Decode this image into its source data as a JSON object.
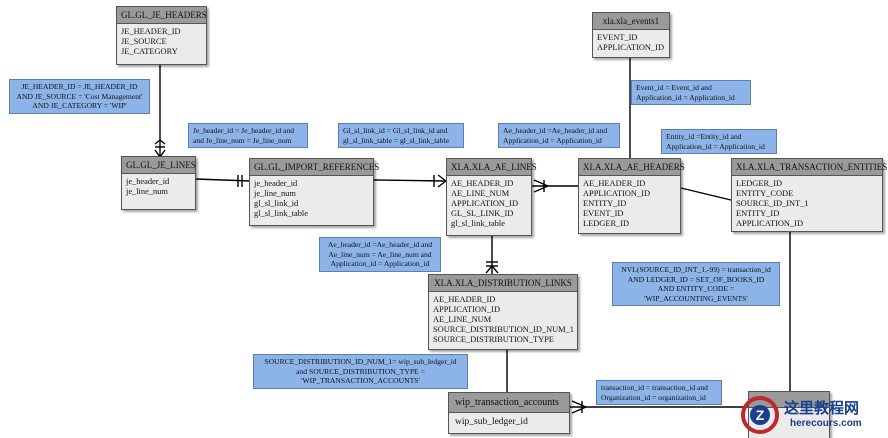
{
  "entities": {
    "je_headers": {
      "title": "GL.GL_JE_HEADERS",
      "fields": [
        "JE_HEADER_ID",
        "JE_SOURCE",
        "JE_CATEGORY"
      ]
    },
    "je_lines": {
      "title": "GL.GL_JE_LINES",
      "fields": [
        "je_header_id",
        "je_line_num"
      ]
    },
    "import_refs": {
      "title": "GL.GL_IMPORT_REFERENCES",
      "fields": [
        "je_header_id",
        "je_line_num",
        "gl_sl_link_id",
        "gl_sl_link_table"
      ]
    },
    "ae_lines": {
      "title": "XLA.XLA_AE_LINES",
      "fields": [
        "AE_HEADER_ID",
        "AE_LINE_NUM",
        "APPLICATION_ID",
        "GL_SL_LINK_ID",
        "gl_sl_link_table"
      ]
    },
    "ae_headers": {
      "title": "XLA.XLA_AE_HEADERS",
      "fields": [
        "AE_HEADER_ID",
        "APPLICATION_ID",
        "ENTITY_ID",
        "EVENT_ID",
        "LEDGER_ID"
      ]
    },
    "events": {
      "title": "xla.xla_events1",
      "fields": [
        "EVENT_ID",
        "APPLICATION_ID"
      ]
    },
    "trx_entities": {
      "title": "XLA.XLA_TRANSACTION_ENTITIES",
      "fields": [
        "LEDGER_ID",
        "ENTITY_CODE",
        "SOURCE_ID_INT_1",
        "ENTITY_ID",
        "APPLICATION_ID"
      ]
    },
    "dist_links": {
      "title": "XLA.XLA_DISTRIBUTION_LINKS",
      "fields": [
        "AE_HEADER_ID",
        "APPLICATION_ID",
        "AE_LINE_NUM",
        "SOURCE_DISTRIBUTION_ID_NUM_1",
        "SOURCE_DISTRIBUTION_TYPE"
      ]
    },
    "wip_accounts": {
      "title": "wip_transaction_accounts",
      "fields": [
        "wip_sub_ledger_id"
      ]
    }
  },
  "notes": {
    "n1": [
      "JE_HEADER_ID = JE_HEADER_ID",
      "AND JE_SOURCE = 'Cost Management'",
      "AND JE_CATEGORY = 'WIP'"
    ],
    "n2": [
      "Je_header_id = Je_header_id and",
      "and Je_line_num = Je_line_num"
    ],
    "n3": [
      "Gl_sl_link_id = Gl_sl_link_id and",
      "gl_sl_link_table = gl_sl_link_table"
    ],
    "n4": [
      "Ae_header_id =Ae_header_id and",
      "Application_id = Application_id"
    ],
    "n5": [
      "Event_id = Event_id and",
      "Application_id = Application_id"
    ],
    "n6": [
      "Entity_id =Entity_id and",
      "Application_id = Application_id"
    ],
    "n7": [
      "Ae_header_id =Ae_header_id and",
      "Ae_line_num = Ae_line_num and",
      "Application_id = Application_id"
    ],
    "n8": [
      "NVL(SOURCE_ID_INT_1,-99) = transaction_id",
      "AND LEDGER_ID = SET_OF_BOOKS_ID",
      "AND ENTITY_CODE =",
      "'WIP_ACCOUNTING_EVENTS'"
    ],
    "n9": [
      "SOURCE_DISTRIBUTION_ID_NUM_1= wip_sub_ledger_id",
      "and  SOURCE_DISTRIBUTION_TYPE =",
      "'WIP_TRANSACTION_ACCOUNTS'"
    ],
    "n10": [
      "transaction_id = transaction_id  and",
      "Organization_id = organization_id"
    ]
  },
  "watermark": {
    "name": "这里教程网",
    "url": "herecours.com"
  },
  "colors": {
    "note_fill": "#8cb4e8",
    "entity_header": "#9a9a9a",
    "entity_body": "#ebebeb",
    "watermark": "#1a3f8c",
    "logo_red": "#c0262d"
  }
}
